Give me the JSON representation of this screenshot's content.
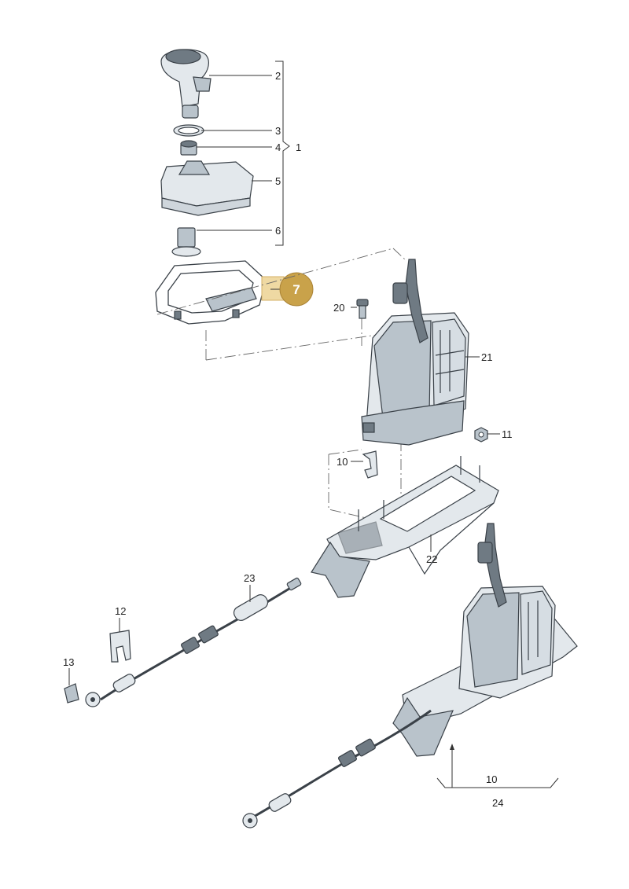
{
  "callouts": {
    "highlight": "7"
  },
  "labels": {
    "p1": "1",
    "p2": "2",
    "p3": "3",
    "p4": "4",
    "p5": "5",
    "p6": "6",
    "p10a": "10",
    "p10b": "10",
    "p11": "11",
    "p12": "12",
    "p13": "13",
    "p20": "20",
    "p21": "21",
    "p22": "22",
    "p23": "23",
    "p24": "24"
  },
  "colors": {
    "highlight_fill": "#c9a24a",
    "highlight_box": "#efd9a3"
  }
}
